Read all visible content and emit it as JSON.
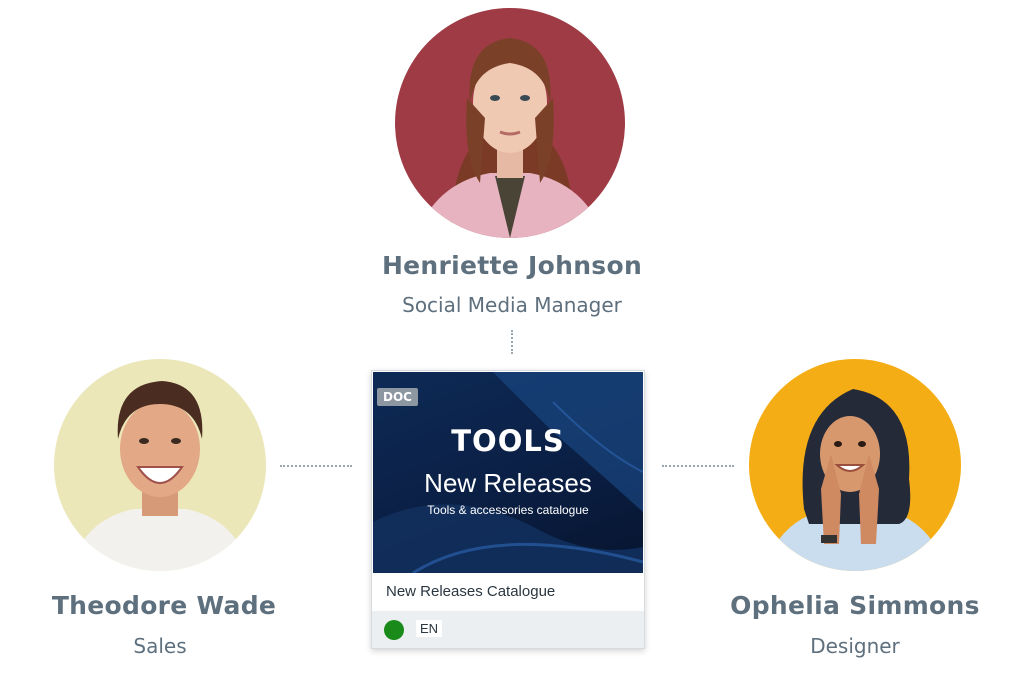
{
  "people": {
    "top": {
      "name": "Henriette Johnson",
      "role": "Social Media Manager",
      "bg_color": "#9e3b45"
    },
    "left": {
      "name": "Theodore Wade",
      "role": "Sales",
      "bg_color": "#ece7b9"
    },
    "right": {
      "name": "Ophelia Simmons",
      "role": "Designer",
      "bg_color": "#f5ad15"
    }
  },
  "card": {
    "badge": "DOC",
    "brand": "TOOLS",
    "headline": "New Releases",
    "tagline": "Tools & accessories catalogue",
    "title": "New Releases Catalogue",
    "language": "EN",
    "status_color": "#1a8a1a",
    "cover_color": "#0b1f44"
  }
}
